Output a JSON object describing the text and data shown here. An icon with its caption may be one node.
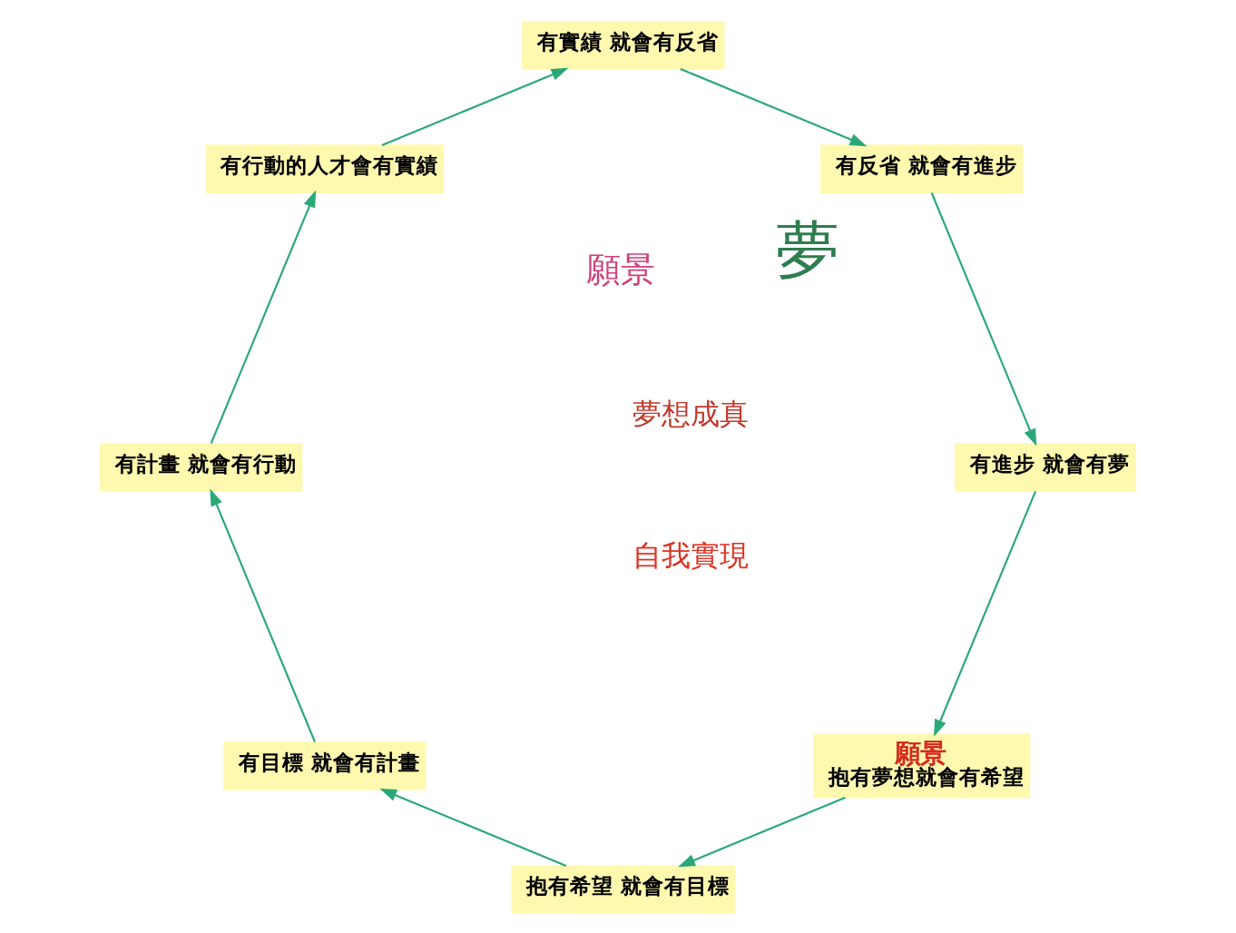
{
  "diagram": {
    "nodes": [
      {
        "text": [
          "願景",
          "抱有夢想就會有希望"
        ]
      },
      {
        "text": [
          "抱有希望 就會有目標"
        ]
      },
      {
        "text": [
          "有目標 就會有計畫"
        ]
      },
      {
        "text": [
          "有計畫 就會有行動"
        ]
      },
      {
        "text": [
          "有行動的人才會有實績"
        ]
      },
      {
        "text": [
          "有實績 就會有反省"
        ]
      },
      {
        "text": [
          "有反省 就會有進步"
        ]
      },
      {
        "text": [
          "有進步 就會有夢"
        ]
      }
    ],
    "edges": [
      {
        "from": 0,
        "to": 1,
        "arrow": "to"
      },
      {
        "from": 1,
        "to": 2,
        "arrow": "to"
      },
      {
        "from": 2,
        "to": 3,
        "arrow": "to"
      },
      {
        "from": 3,
        "to": 4,
        "arrow": "to"
      },
      {
        "from": 4,
        "to": 5,
        "arrow": "to"
      },
      {
        "from": 5,
        "to": 6,
        "arrow": "to"
      },
      {
        "from": 6,
        "to": 7,
        "arrow": "to"
      },
      {
        "from": 7,
        "to": 0,
        "arrow": "to"
      }
    ],
    "labels": [
      "夢想成真",
      "自我實現",
      "夢",
      "願景"
    ]
  }
}
